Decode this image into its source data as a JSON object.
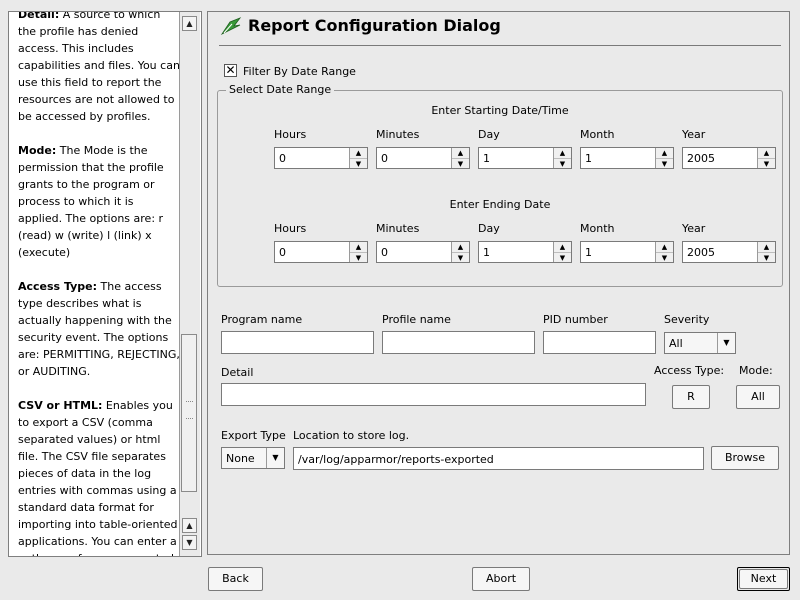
{
  "help": {
    "paragraphs": [
      {
        "term": "Detail:",
        "text": " A source to which the profile has denied access. This includes capabilities and files. You can use this field to report the resources are not allowed to be accessed by profiles."
      },
      {
        "term": "Mode:",
        "text": " The Mode is the permission that the profile grants to the program or process to which it is applied. The options are: r (read) w (write) l (link) x (execute)"
      },
      {
        "term": "Access Type:",
        "text": " The access type describes what is actually happening with the security event. The options are: PERMITTING, REJECTING, or AUDITING."
      },
      {
        "term": "CSV or HTML:",
        "text": " Enables you to export a CSV (comma separated values) or html file. The CSV file separates pieces of data in the log entries with commas using a standard data format for importing into table-oriented applications. You can enter a pathname for your exported"
      }
    ]
  },
  "dialog": {
    "title": "Report Configuration Dialog",
    "filter_label": "Filter By Date Range",
    "filter_checked": true,
    "date_group_label": "Select Date Range",
    "start_heading": "Enter Starting Date/Time",
    "end_heading": "Enter Ending Date",
    "field_labels": [
      "Hours",
      "Minutes",
      "Day",
      "Month",
      "Year"
    ],
    "start_values": [
      "0",
      "0",
      "1",
      "1",
      "2005"
    ],
    "end_values": [
      "0",
      "0",
      "1",
      "1",
      "2005"
    ]
  },
  "filters": {
    "program_label": "Program name",
    "program_value": "",
    "profile_label": "Profile name",
    "profile_value": "",
    "pid_label": "PID number",
    "pid_value": "",
    "severity_label": "Severity",
    "severity_value": "All",
    "detail_label": "Detail",
    "detail_value": "",
    "access_type_label": "Access Type:",
    "access_type_value": "R",
    "mode_label": "Mode:",
    "mode_value": "All"
  },
  "export": {
    "type_label": "Export Type",
    "type_value": "None",
    "location_label": "Location to store log.",
    "location_value": "/var/log/apparmor/reports-exported",
    "browse_label": "Browse"
  },
  "nav": {
    "back": "Back",
    "abort": "Abort",
    "next": "Next"
  }
}
